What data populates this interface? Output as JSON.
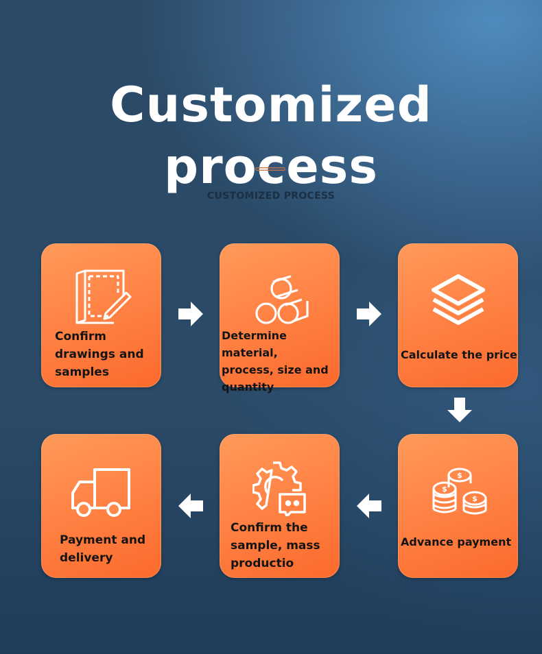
{
  "header": {
    "title": "Customized process",
    "subtitle": "CUSTOMIZED PROCESS"
  },
  "steps": [
    {
      "label": "Confirm\ndrawings and\nsamples",
      "icon": "drawing-icon"
    },
    {
      "label": "Determine material,\nprocess, size and\nquantity",
      "icon": "material-rods-icon"
    },
    {
      "label": "Calculate the price",
      "icon": "layers-icon"
    },
    {
      "label": "Advance payment",
      "icon": "coins-icon"
    },
    {
      "label": "Confirm the\nsample, mass\nproductio",
      "icon": "gear-chat-icon"
    },
    {
      "label": "Payment and\ndelivery",
      "icon": "delivery-truck-icon"
    }
  ],
  "colors": {
    "card_orange": "#ff8446",
    "title_white": "#ffffff",
    "label_dark": "#141414"
  }
}
